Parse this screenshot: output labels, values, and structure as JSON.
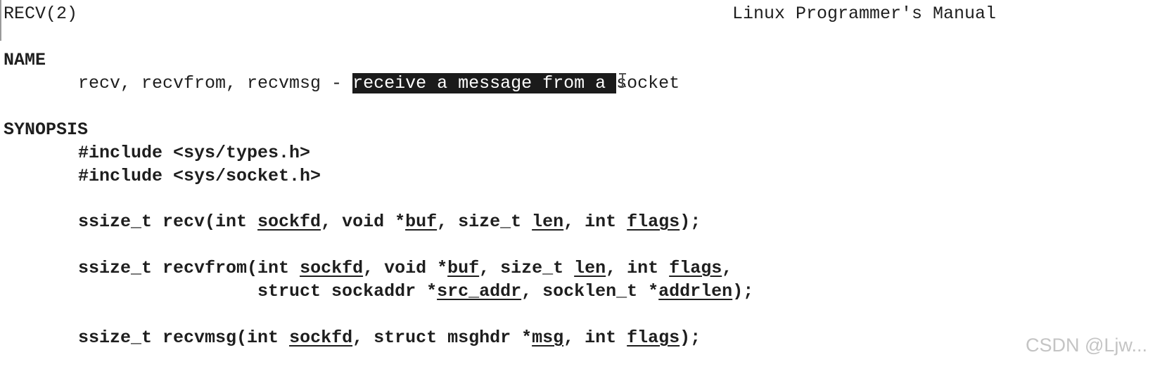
{
  "header": {
    "left": "RECV(2)",
    "right": "Linux Programmer's Manual"
  },
  "sections": {
    "name": "NAME",
    "synopsis": "SYNOPSIS"
  },
  "name_line": {
    "prefix": "recv, recvfrom, recvmsg - ",
    "highlighted": "receive a message from a ",
    "suffix": "socket"
  },
  "synopsis_lines": [
    [
      {
        "t": "#include <sys/types.h>"
      }
    ],
    [
      {
        "t": "#include <sys/socket.h>"
      }
    ],
    [
      {
        "t": "ssize_t recv(int "
      },
      {
        "t": "sockfd",
        "u": true
      },
      {
        "t": ", void *"
      },
      {
        "t": "buf",
        "u": true
      },
      {
        "t": ", size_t "
      },
      {
        "t": "len",
        "u": true
      },
      {
        "t": ", int "
      },
      {
        "t": "flags",
        "u": true
      },
      {
        "t": ");"
      }
    ],
    [
      {
        "t": "ssize_t recvfrom(int "
      },
      {
        "t": "sockfd",
        "u": true
      },
      {
        "t": ", void *"
      },
      {
        "t": "buf",
        "u": true
      },
      {
        "t": ", size_t "
      },
      {
        "t": "len",
        "u": true
      },
      {
        "t": ", int "
      },
      {
        "t": "flags",
        "u": true
      },
      {
        "t": ","
      }
    ],
    [
      {
        "t": "                 struct sockaddr *"
      },
      {
        "t": "src_addr",
        "u": true
      },
      {
        "t": ", socklen_t *"
      },
      {
        "t": "addrlen",
        "u": true
      },
      {
        "t": ");"
      }
    ],
    [
      {
        "t": "ssize_t recvmsg(int "
      },
      {
        "t": "sockfd",
        "u": true
      },
      {
        "t": ", struct msghdr *"
      },
      {
        "t": "msg",
        "u": true
      },
      {
        "t": ", int "
      },
      {
        "t": "flags",
        "u": true
      },
      {
        "t": ");"
      }
    ]
  ],
  "watermark": "CSDN @Ljw..."
}
